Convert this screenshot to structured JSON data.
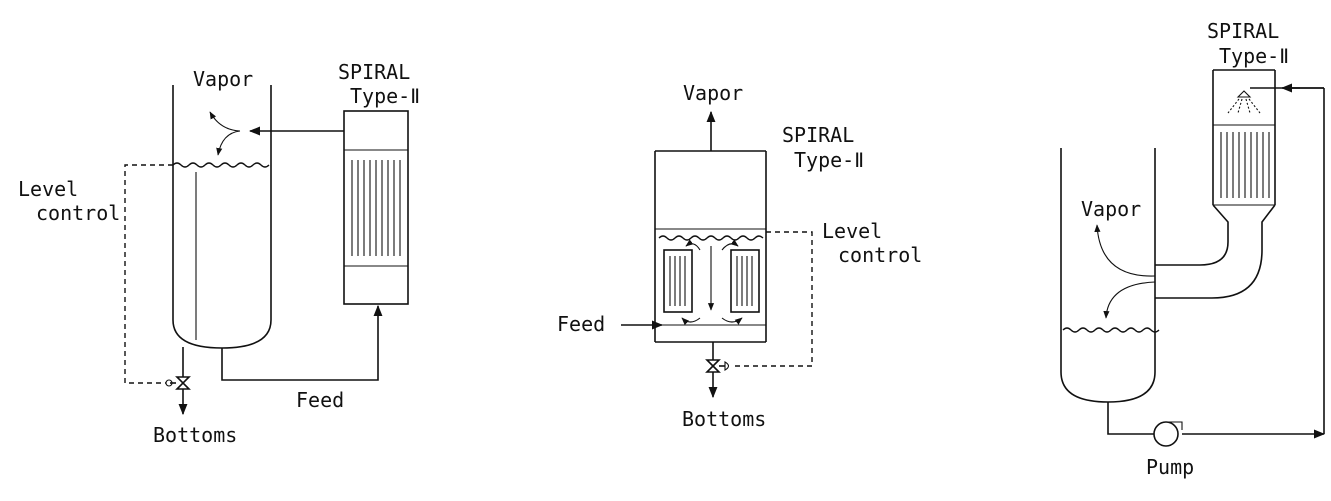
{
  "diagrams": [
    {
      "labels": {
        "vapor": "Vapor",
        "spiral": "SPIRAL",
        "type": "Type-Ⅱ",
        "level1": "Level",
        "level2": "control",
        "feed": "Feed",
        "bottoms": "Bottoms"
      }
    },
    {
      "labels": {
        "vapor": "Vapor",
        "spiral": "SPIRAL",
        "type": "Type-Ⅱ",
        "level1": "Level",
        "level2": "control",
        "feed": "Feed",
        "bottoms": "Bottoms"
      }
    },
    {
      "labels": {
        "spiral": "SPIRAL",
        "type": "Type-Ⅱ",
        "vapor": "Vapor",
        "pump": "Pump"
      }
    }
  ]
}
